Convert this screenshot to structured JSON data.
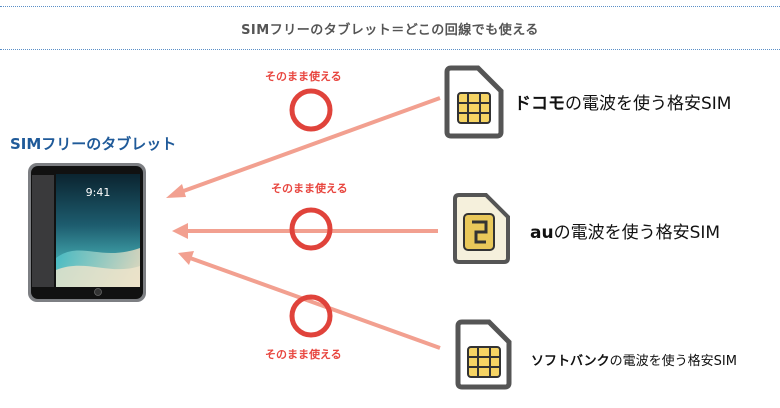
{
  "header": {
    "title": "SIMフリーのタブレット＝どこの回線でも使える"
  },
  "tablet": {
    "label": "SIMフリーのタブレット",
    "time": "9:41"
  },
  "routes": [
    {
      "label": "そのまま使える",
      "mark": "○"
    },
    {
      "label": "そのまま使える",
      "mark": "○"
    },
    {
      "label": "そのまま使える",
      "mark": "○"
    }
  ],
  "carriers": [
    {
      "brand": "ドコモ",
      "text": "の電波を使う格安SIM"
    },
    {
      "brand": "au",
      "text": "の電波を使う格安SIM"
    },
    {
      "brand": "ソフトバンク",
      "text": "の電波を使う格安SIM"
    }
  ],
  "colors": {
    "arrow": "#f2a090",
    "circle": "#e0433b",
    "accent": "#1f5a99",
    "sim_chip": "#f6d463"
  }
}
